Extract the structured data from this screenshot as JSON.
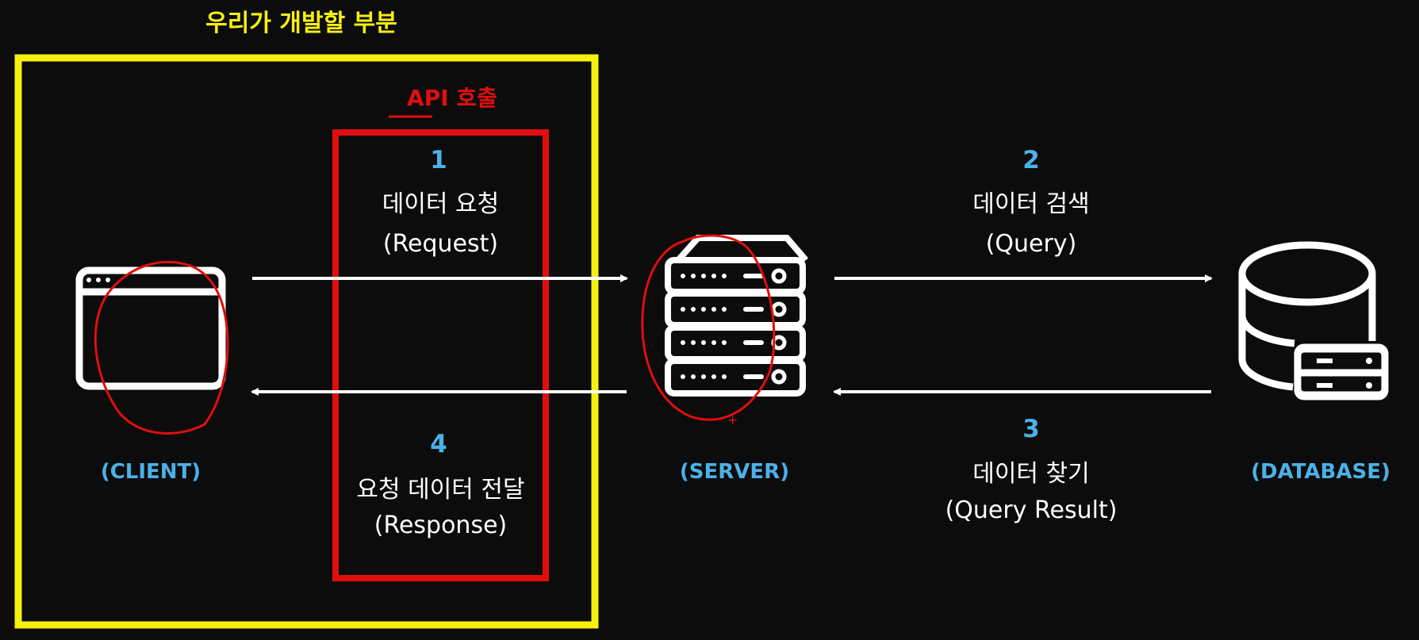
{
  "title": "우리가 개발할 부분",
  "api_label": "API 호출",
  "steps": [
    {
      "num": "1",
      "ko": "데이터 요청",
      "en": "(Request)"
    },
    {
      "num": "2",
      "ko": "데이터 검색",
      "en": "(Query)"
    },
    {
      "num": "3",
      "ko": "데이터 찾기",
      "en": "(Query Result)"
    },
    {
      "num": "4",
      "ko": "요청 데이터 전달",
      "en": "(Response)"
    }
  ],
  "nodes": {
    "client": "(CLIENT)",
    "server": "(SERVER)",
    "database": "(DATABASE)"
  },
  "colors": {
    "background": "#0c0c0c",
    "highlight_box": "#f6f00c",
    "api_box": "#e10e0e",
    "label_blue": "#4cb1e8",
    "icons": "#ffffff"
  },
  "icons": [
    "browser-window-icon",
    "server-rack-icon",
    "database-icon"
  ]
}
